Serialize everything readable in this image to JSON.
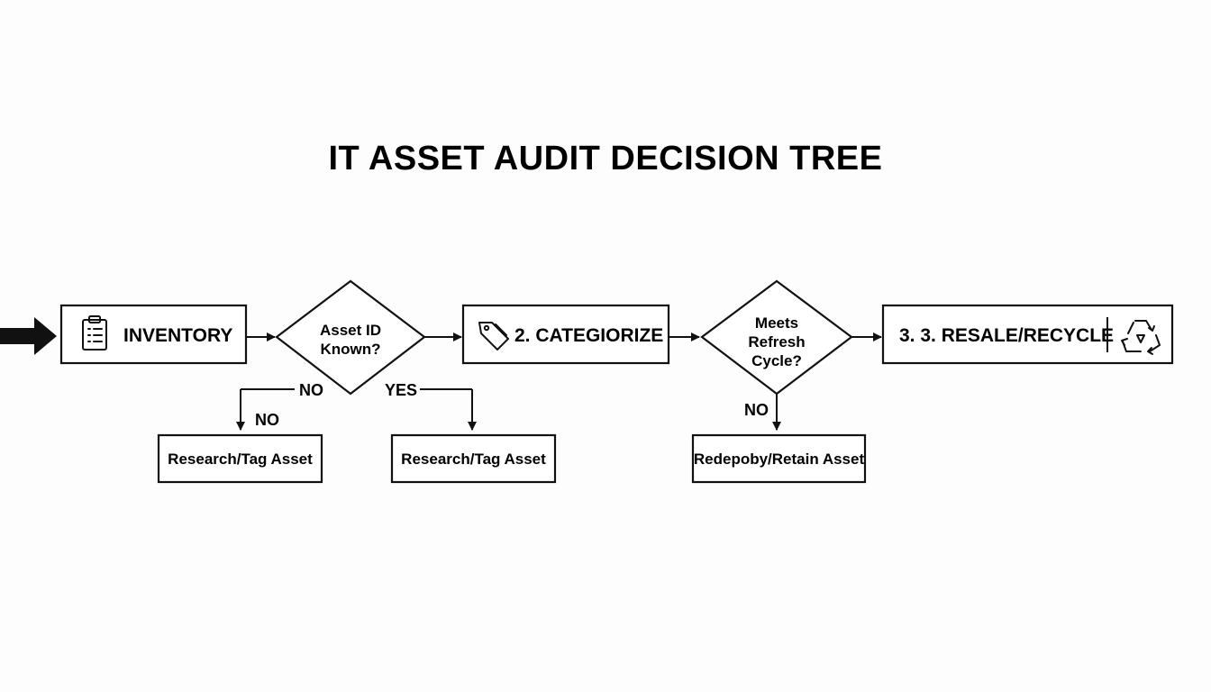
{
  "title": "IT ASSET AUDIT DECISION TREE",
  "nodes": {
    "inventory": {
      "label": "INVENTORY",
      "icon": "clipboard-icon"
    },
    "asset_id_decision": {
      "line1": "Asset ID",
      "line2": "Known?"
    },
    "categorize": {
      "label": "2. CATEGIORIZE",
      "icon": "tag-icon"
    },
    "refresh_decision": {
      "line1": "Meets",
      "line2": "Refresh",
      "line3": "Cycle?"
    },
    "resale": {
      "label": "3. 3. RESALE/RECYCLE",
      "icon": "recycle-icon"
    },
    "research_tag_no": {
      "label": "Research/Tag Asset"
    },
    "research_tag_yes": {
      "label": "Research/Tag Asset"
    },
    "redeploy": {
      "label": "Redepoby/Retain Asset"
    }
  },
  "edges": {
    "asset_no_top": "NO",
    "asset_no_side": "NO",
    "asset_yes": "YES",
    "refresh_no": "NO"
  }
}
